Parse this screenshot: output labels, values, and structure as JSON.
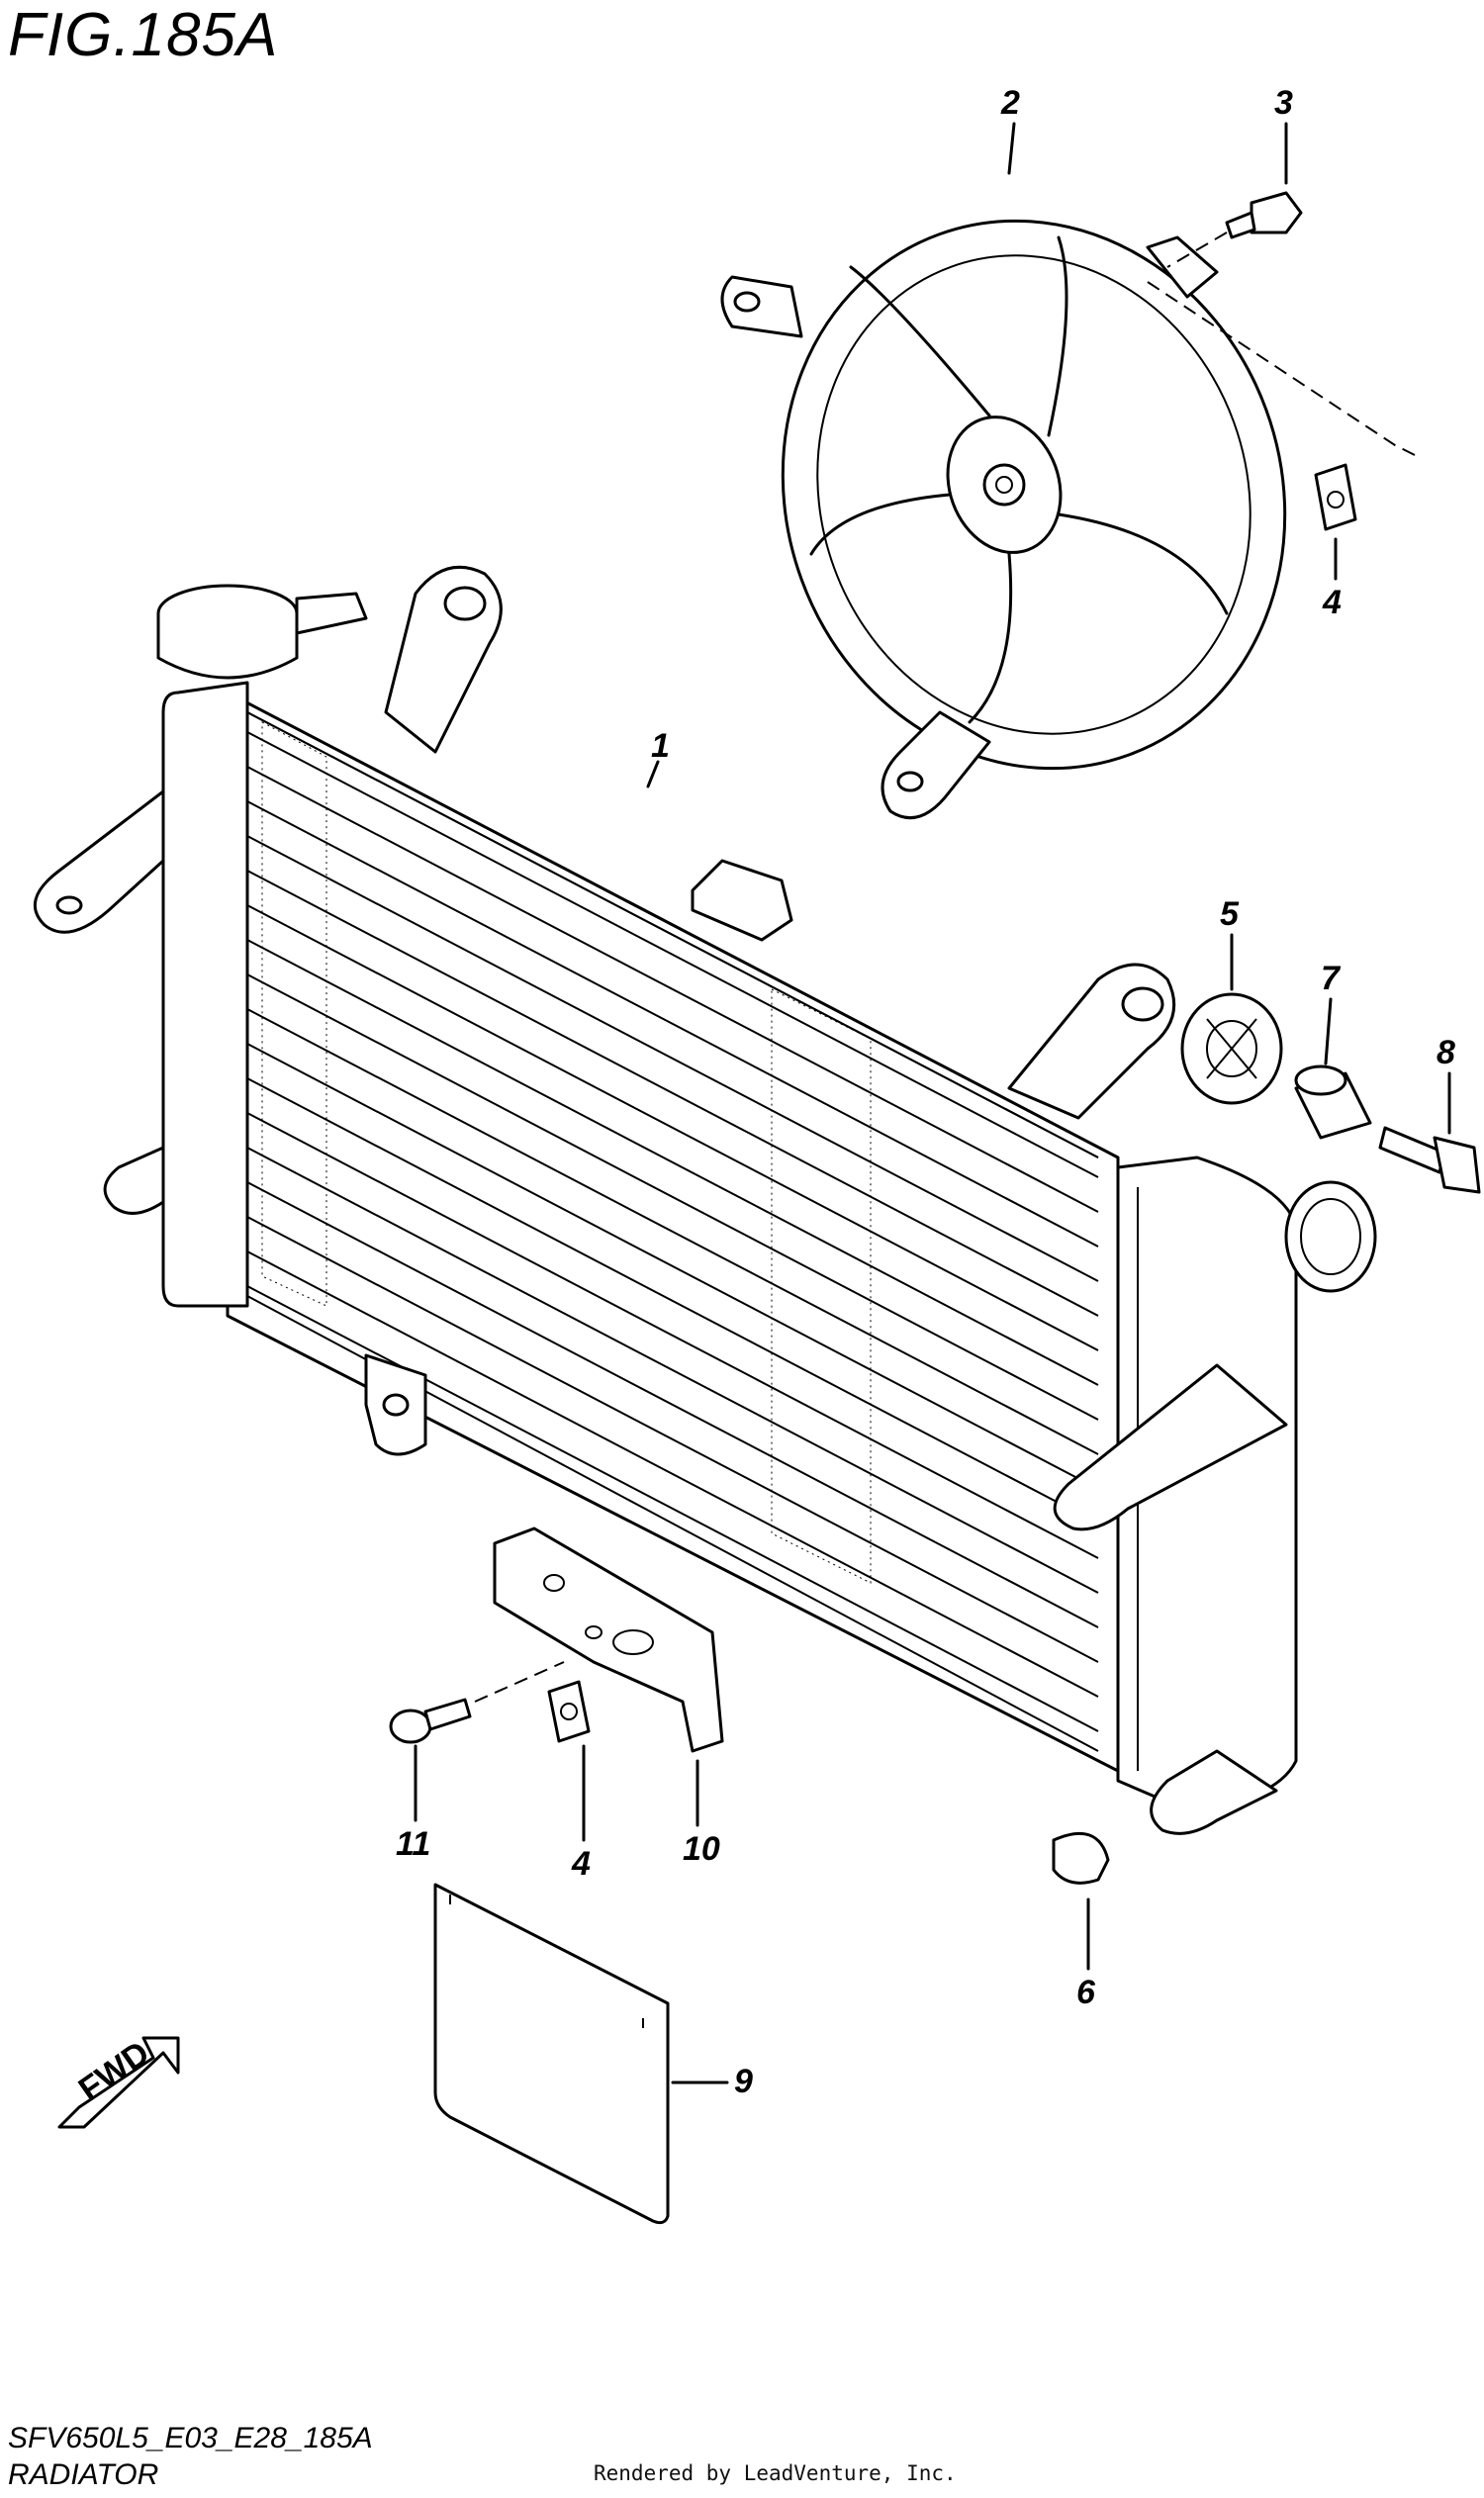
{
  "figure": {
    "title": "FIG.185A"
  },
  "callouts": [
    {
      "number": "1",
      "part": "radiator"
    },
    {
      "number": "2",
      "part": "cooling-fan"
    },
    {
      "number": "3",
      "part": "fan-bolt"
    },
    {
      "number": "4",
      "part": "clip-nut-upper"
    },
    {
      "number": "5",
      "part": "grommet"
    },
    {
      "number": "7",
      "part": "spacer"
    },
    {
      "number": "8",
      "part": "radiator-bolt"
    },
    {
      "number": "6",
      "part": "cap"
    },
    {
      "number": "9",
      "part": "plate"
    },
    {
      "number": "10",
      "part": "bracket"
    },
    {
      "number": "4",
      "part": "clip-nut-lower"
    },
    {
      "number": "11",
      "part": "bracket-bolt"
    }
  ],
  "direction_arrow": {
    "label": "FWD"
  },
  "footer": {
    "model_code": "SFV650L5_E03_E28_185A",
    "section_name": "RADIATOR",
    "credit": "Rendered by LeadVenture, Inc."
  }
}
